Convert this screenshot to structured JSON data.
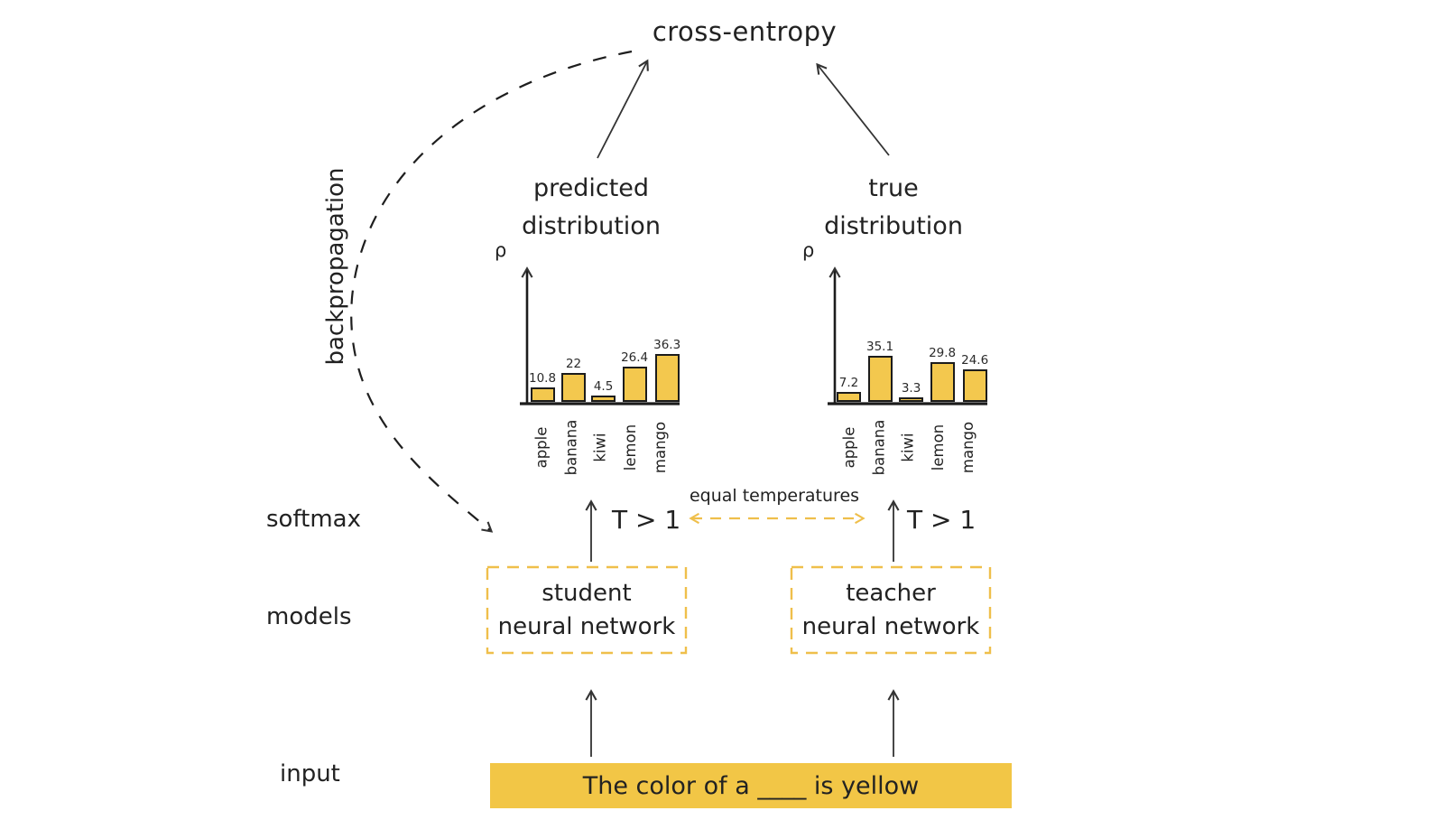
{
  "colors": {
    "accent_yellow": "#EFBF4B",
    "bar_fill": "#F3C84E",
    "input_fill": "#F2C646",
    "ink": "#222222",
    "arrow": "#333333"
  },
  "header": {
    "title": "cross-entropy"
  },
  "left_labels": {
    "backpropagation": "backpropagation",
    "softmax": "softmax",
    "models": "models",
    "input": "input"
  },
  "chart_data": [
    {
      "type": "bar",
      "title": "predicted distribution",
      "title_lines": [
        "predicted",
        "distribution"
      ],
      "ylabel": "ρ",
      "xlabel": "",
      "categories": [
        "apple",
        "banana",
        "kiwi",
        "lemon",
        "mango"
      ],
      "values": [
        10.8,
        22,
        4.5,
        26.4,
        36.3
      ],
      "ylim": [
        0,
        40
      ],
      "grid": false,
      "legend": "none"
    },
    {
      "type": "bar",
      "title": "true distribution",
      "title_lines": [
        "true",
        "distribution"
      ],
      "ylabel": "ρ",
      "xlabel": "",
      "categories": [
        "apple",
        "banana",
        "kiwi",
        "lemon",
        "mango"
      ],
      "values": [
        7.2,
        35.1,
        3.3,
        29.8,
        24.6
      ],
      "ylim": [
        0,
        40
      ],
      "grid": false,
      "legend": "none"
    }
  ],
  "temperature": {
    "left": "T > 1",
    "right": "T > 1",
    "label": "equal temperatures"
  },
  "models": {
    "student": {
      "lines": [
        "student",
        "neural network"
      ]
    },
    "teacher": {
      "lines": [
        "teacher",
        "neural network"
      ]
    }
  },
  "input": {
    "text": "The color of a ____ is yellow"
  }
}
